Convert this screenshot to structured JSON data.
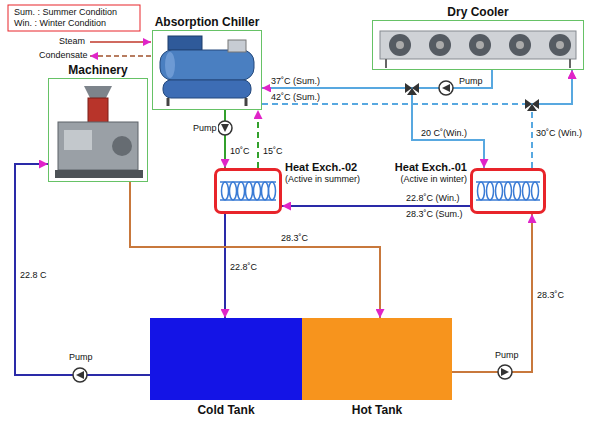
{
  "diagram": {
    "nodes": [
      {
        "text": [
          "Dry Cooler"
        ]
      },
      {
        "text": [
          "Absorption Chiller"
        ]
      },
      {
        "text": [
          "Machinery"
        ]
      },
      {
        "text": [
          "Heat Exch.-02",
          "(Active in summer)"
        ]
      },
      {
        "text": [
          "Heat Exch.-01",
          "(Active in winter)"
        ]
      },
      {
        "text": [
          "Cold Tank"
        ]
      },
      {
        "text": [
          "Hot Tank"
        ]
      }
    ],
    "edges": [
      {
        "from": 1,
        "to": 3,
        "arrow": "to"
      },
      {
        "from": 3,
        "to": 1,
        "arrow": "to"
      },
      {
        "from": 3,
        "to": 5,
        "arrow": "to"
      },
      {
        "from": 2,
        "to": 6,
        "arrow": "to"
      },
      {
        "from": 5,
        "to": 2,
        "arrow": "to"
      },
      {
        "from": 6,
        "to": 4,
        "arrow": "to"
      },
      {
        "from": 4,
        "to": 3,
        "arrow": "to"
      },
      {
        "from": 0,
        "to": 1,
        "arrow": "to"
      },
      {
        "from": 1,
        "to": 0,
        "arrow": "to"
      },
      {
        "from": 0,
        "to": 4,
        "arrow": "to"
      },
      {
        "from": 4,
        "to": 0,
        "arrow": "to"
      }
    ],
    "labels": [
      "Sum. : Summer Condition",
      "Win. : Winter Condition",
      "Steam",
      "Condensate",
      "37˚C (Sum.)",
      "42˚C (Sum.)",
      "Pump",
      "Pump",
      "10˚C",
      "15˚C",
      "20 C˚(Win.)",
      "30˚C (Win.)",
      "22.8˚C (Win.)",
      "28.3˚C (Sum.)",
      "22.8˚C",
      "28.3˚C",
      "28.3˚C",
      "22.8 C",
      "Pump",
      "Pump"
    ]
  }
}
